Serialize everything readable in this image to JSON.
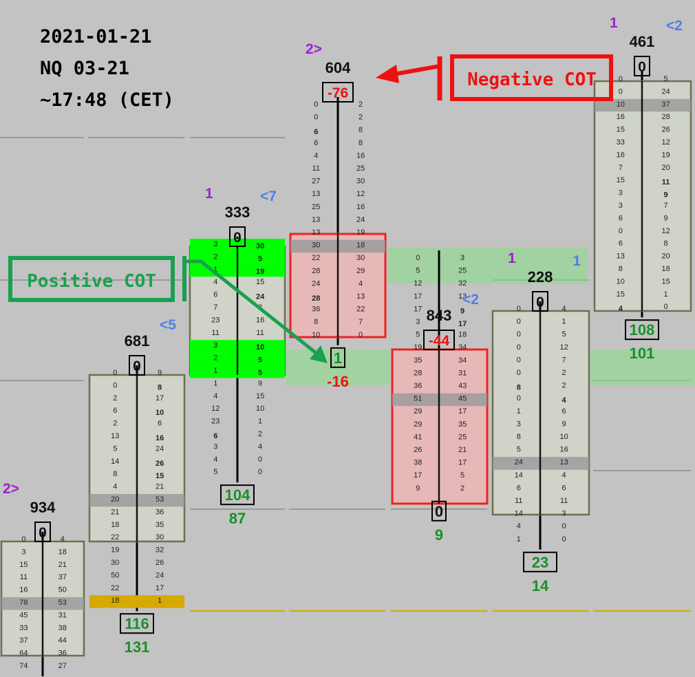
{
  "header": {
    "date": "2021-01-21",
    "contract": "NQ 03-21",
    "time": "~17:48 (CET)"
  },
  "callouts": {
    "negative": "Negative COT",
    "positive": "Positive COT"
  },
  "colors": {
    "red": "#ee1111",
    "green": "#1aa050",
    "purple": "#9a22cc",
    "blue": "#4f7fe8",
    "bright_green": "#00ff00",
    "gold": "#d4a900"
  },
  "chart_data": {
    "type": "table",
    "candles": [
      {
        "volume": "934",
        "top_left": "2>",
        "top_right": "",
        "cot": "0",
        "bottom_top": "",
        "bottom_value": "",
        "rows": [
          [
            "0",
            "4"
          ],
          [
            "3",
            "18"
          ],
          [
            "15",
            "21"
          ],
          [
            "11",
            "37"
          ],
          [
            "16",
            "50"
          ],
          [
            "78",
            "53"
          ],
          [
            "45",
            "31"
          ],
          [
            "33",
            "38"
          ],
          [
            "37",
            "44"
          ],
          [
            "64",
            "36"
          ],
          [
            "74",
            "27"
          ]
        ]
      },
      {
        "volume": "681",
        "top_left": "",
        "top_right": "<5",
        "cot": "0",
        "bottom_top": "116",
        "bottom_value": "131",
        "rows": [
          [
            "0",
            "9"
          ],
          [
            "0",
            "8"
          ],
          [
            "2",
            "17"
          ],
          [
            "6",
            "10"
          ],
          [
            "2",
            "6"
          ],
          [
            "13",
            "16"
          ],
          [
            "5",
            "24"
          ],
          [
            "14",
            "26"
          ],
          [
            "8",
            "15"
          ],
          [
            "4",
            "21"
          ],
          [
            "20",
            "53"
          ],
          [
            "21",
            "36"
          ],
          [
            "18",
            "35"
          ],
          [
            "22",
            "30"
          ],
          [
            "19",
            "32"
          ],
          [
            "30",
            "26"
          ],
          [
            "50",
            "24"
          ],
          [
            "22",
            "17"
          ],
          [
            "18",
            "1"
          ]
        ]
      },
      {
        "volume": "333",
        "top_left": "1",
        "top_right": "<7",
        "cot": "0",
        "bottom_top": "104",
        "bottom_value": "87",
        "rows": [
          [
            "3",
            "30"
          ],
          [
            "2",
            "5"
          ],
          [
            "1",
            "19"
          ],
          [
            "4",
            "15"
          ],
          [
            "6",
            "24"
          ],
          [
            "7",
            "2"
          ],
          [
            "23",
            "16"
          ],
          [
            "11",
            "11"
          ],
          [
            "3",
            "10"
          ],
          [
            "2",
            "5"
          ],
          [
            "1",
            "5"
          ],
          [
            "1",
            "9"
          ],
          [
            "4",
            "15"
          ],
          [
            "12",
            "10"
          ],
          [
            "23",
            "1"
          ],
          [
            "6",
            "2"
          ],
          [
            "3",
            "4"
          ],
          [
            "4",
            "0"
          ],
          [
            "5",
            "0"
          ]
        ]
      },
      {
        "volume": "604",
        "top_left": "2>",
        "top_right": "",
        "cot": "-76",
        "bottom_top": "1",
        "bottom_value": "-16",
        "rows": [
          [
            "0",
            "2"
          ],
          [
            "0",
            "2"
          ],
          [
            "6",
            "8"
          ],
          [
            "6",
            "8"
          ],
          [
            "4",
            "16"
          ],
          [
            "11",
            "25"
          ],
          [
            "27",
            "30"
          ],
          [
            "13",
            "12"
          ],
          [
            "25",
            "16"
          ],
          [
            "13",
            "24"
          ],
          [
            "13",
            "19"
          ],
          [
            "30",
            "18"
          ],
          [
            "22",
            "30"
          ],
          [
            "28",
            "29"
          ],
          [
            "24",
            "4"
          ],
          [
            "28",
            "13"
          ],
          [
            "36",
            "22"
          ],
          [
            "8",
            "7"
          ],
          [
            "10",
            "0"
          ]
        ]
      },
      {
        "volume": "843",
        "top_left": "",
        "top_right": "<2",
        "cot": "-44",
        "bottom_top": "0",
        "bottom_value": "9",
        "rows": [
          [
            "0",
            "3"
          ],
          [
            "5",
            "25"
          ],
          [
            "12",
            "32"
          ],
          [
            "17",
            "13"
          ],
          [
            "17",
            "9"
          ],
          [
            "3",
            "17"
          ],
          [
            "5",
            "18"
          ],
          [
            "19",
            "34"
          ],
          [
            "35",
            "34"
          ],
          [
            "28",
            "31"
          ],
          [
            "36",
            "43"
          ],
          [
            "51",
            "45"
          ],
          [
            "29",
            "17"
          ],
          [
            "29",
            "35"
          ],
          [
            "41",
            "25"
          ],
          [
            "26",
            "21"
          ],
          [
            "38",
            "17"
          ],
          [
            "17",
            "5"
          ],
          [
            "9",
            "2"
          ]
        ]
      },
      {
        "volume": "228",
        "top_left": "1",
        "top_right": "1",
        "cot": "0",
        "bottom_top": "23",
        "bottom_value": "14",
        "rows": [
          [
            "0",
            "4"
          ],
          [
            "0",
            "1"
          ],
          [
            "0",
            "5"
          ],
          [
            "0",
            "12"
          ],
          [
            "0",
            "7"
          ],
          [
            "0",
            "2"
          ],
          [
            "8",
            "2"
          ],
          [
            "0",
            "4"
          ],
          [
            "1",
            "6"
          ],
          [
            "3",
            "9"
          ],
          [
            "8",
            "10"
          ],
          [
            "5",
            "16"
          ],
          [
            "24",
            "13"
          ],
          [
            "14",
            "4"
          ],
          [
            "6",
            "6"
          ],
          [
            "11",
            "11"
          ],
          [
            "14",
            "3"
          ],
          [
            "4",
            "0"
          ],
          [
            "1",
            "0"
          ]
        ]
      },
      {
        "volume": "461",
        "top_left": "1",
        "top_right": "<2",
        "cot": "0",
        "bottom_top": "108",
        "bottom_value": "101",
        "rows": [
          [
            "0",
            "5"
          ],
          [
            "0",
            "24"
          ],
          [
            "10",
            "37"
          ],
          [
            "16",
            "28"
          ],
          [
            "15",
            "26"
          ],
          [
            "33",
            "12"
          ],
          [
            "16",
            "19"
          ],
          [
            "7",
            "20"
          ],
          [
            "15",
            "11"
          ],
          [
            "3",
            "9"
          ],
          [
            "3",
            "7"
          ],
          [
            "6",
            "9"
          ],
          [
            "0",
            "12"
          ],
          [
            "6",
            "8"
          ],
          [
            "13",
            "20"
          ],
          [
            "8",
            "18"
          ],
          [
            "10",
            "15"
          ],
          [
            "15",
            "1"
          ],
          [
            "4",
            "0"
          ]
        ]
      }
    ]
  }
}
